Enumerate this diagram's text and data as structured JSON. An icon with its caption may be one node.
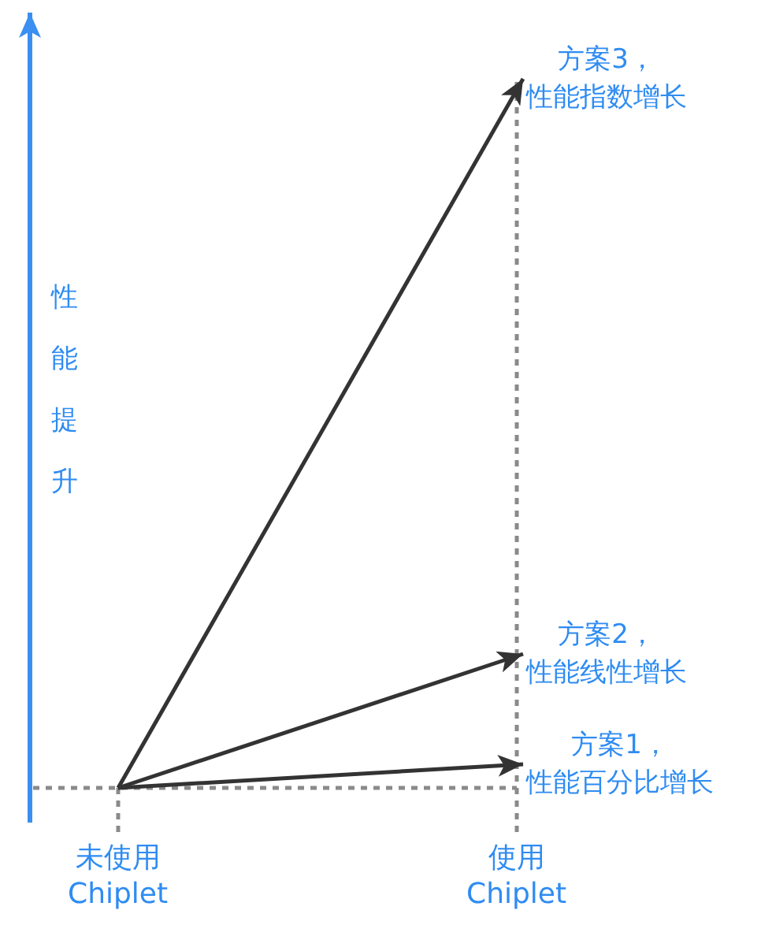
{
  "diagram": {
    "nodes": [
      {
        "text": [
          "方案3，性能指数增长"
        ]
      },
      {
        "text": [
          "方案2，性能线性增长"
        ]
      },
      {
        "text": [
          "方案1，性能百分比增长"
        ]
      }
    ],
    "edges": [
      {
        "from": null,
        "to": 0,
        "arrow": "to"
      },
      {
        "from": null,
        "to": 1,
        "arrow": "to"
      },
      {
        "from": null,
        "to": 2,
        "arrow": "to"
      }
    ],
    "labels": [
      "性能提升",
      "未使用 Chiplet",
      "使用 Chiplet"
    ]
  }
}
